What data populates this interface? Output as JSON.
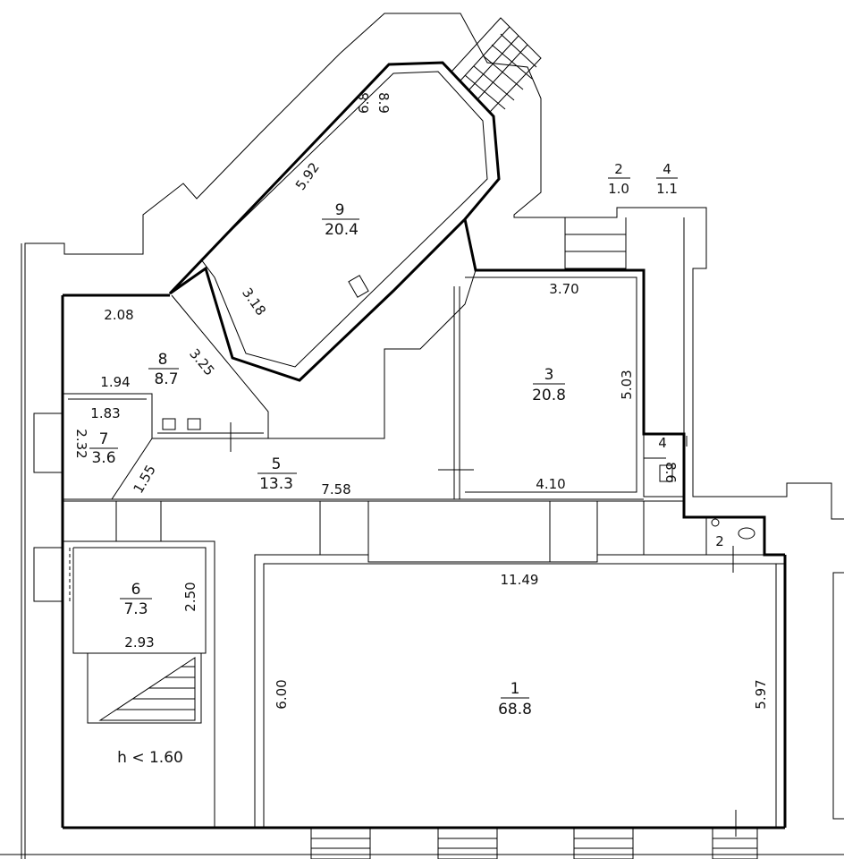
{
  "rooms": [
    {
      "id": "1",
      "area": "68.8"
    },
    {
      "id": "2",
      "area": "1.0"
    },
    {
      "id": "3",
      "area": "20.8"
    },
    {
      "id": "4",
      "area": "1.1"
    },
    {
      "id": "5",
      "area": "13.3"
    },
    {
      "id": "6",
      "area": "7.3"
    },
    {
      "id": "7",
      "area": "3.6"
    },
    {
      "id": "8",
      "area": "8.7"
    },
    {
      "id": "9",
      "area": "20.4"
    }
  ],
  "small_labels": {
    "room2_small": "2",
    "room4_small": "4",
    "room9_corner": "6.8",
    "room9_corner2": "8.9",
    "room4_side": "8.6"
  },
  "dimensions": {
    "d592": "5.92",
    "d318": "3.18",
    "d208": "2.08",
    "d325": "3.25",
    "d194": "1.94",
    "d183": "1.83",
    "d232": "2.32",
    "d155": "1.55",
    "d758": "7.58",
    "d370": "3.70",
    "d503": "5.03",
    "d410": "4.10",
    "d1149": "11.49",
    "d250": "2.50",
    "d293": "2.93",
    "d600": "6.00",
    "d597": "5.97"
  },
  "notes": {
    "height_note": "h < 1.60"
  }
}
